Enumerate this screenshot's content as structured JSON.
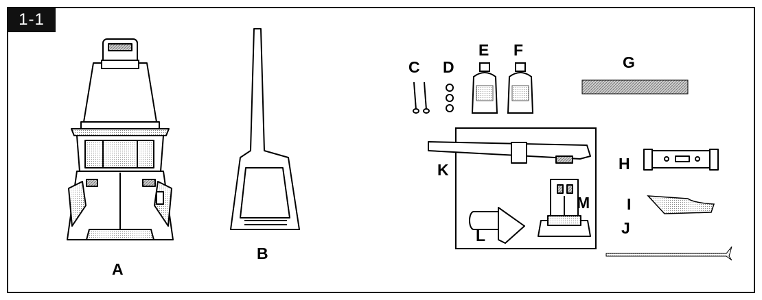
{
  "figure": {
    "number": "1-1"
  },
  "parts": {
    "A": "A",
    "B": "B",
    "C": "C",
    "D": "D",
    "E": "E",
    "F": "F",
    "G": "G",
    "H": "H",
    "I": "I",
    "J": "J",
    "K": "K",
    "L": "L",
    "M": "M"
  },
  "colors": {
    "line": "#000000",
    "background": "#ffffff",
    "hatch": "#9a9a9a"
  }
}
